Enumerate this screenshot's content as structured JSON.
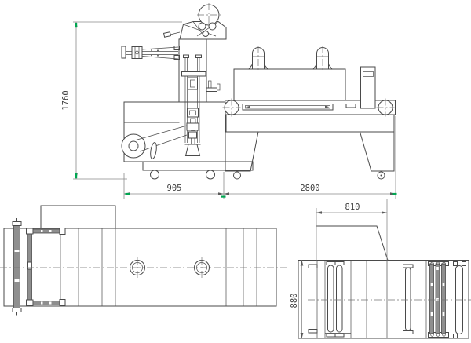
{
  "drawing": {
    "type": "technical-engineering-drawing",
    "subject": "sealer and shrink tunnel packaging machine, three orthographic views",
    "dims": {
      "machine_height": "1760",
      "sealer_length": "905",
      "tunnel_length": "2800",
      "exit_width": "810",
      "exit_depth": "880"
    },
    "colors": {
      "line": "#4a4a4a",
      "dimension_line": "#8a8a8a",
      "centerline": "#737373",
      "grip_green": "#00a651",
      "text": "#3f3f3f",
      "background": "#ffffff"
    }
  }
}
